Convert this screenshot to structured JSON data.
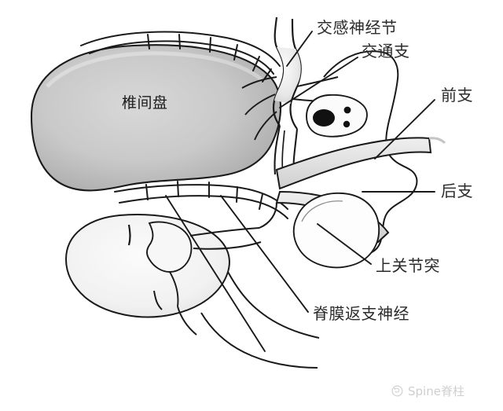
{
  "figure": {
    "type": "anatomical-illustration",
    "subject": "Lumbar intervertebral disc and spinal nerve innervation (axial cross-section)",
    "background_color": "#ffffff",
    "line_color": "#1a1a1a",
    "disc_fill_color": "#c6c6c6",
    "dura_fill_color": "#f2f2f2",
    "nerve_fill_color": "#e4e4e4",
    "label_color": "#2b2b2b"
  },
  "labels": {
    "disc": "椎间盘",
    "sympathetic_ganglion": "交感神经节",
    "communicating_branch": "交通支",
    "anterior_ramus": "前支",
    "posterior_ramus": "后支",
    "superior_articular_process": "上关节突",
    "recurrent_meningeal_nerve": "脊膜返支神经"
  },
  "watermark": {
    "text": "Spine脊柱",
    "icon": "spine-logo-icon"
  },
  "structures": [
    {
      "name": "intervertebral-disc",
      "label": "椎间盘"
    },
    {
      "name": "sympathetic-ganglion",
      "label": "交感神经节"
    },
    {
      "name": "communicating-branch",
      "label": "交通支"
    },
    {
      "name": "dorsal-root-ganglion",
      "label": ""
    },
    {
      "name": "anterior-ramus",
      "label": "前支"
    },
    {
      "name": "posterior-ramus",
      "label": "后支"
    },
    {
      "name": "superior-articular-process",
      "label": "上关节突"
    },
    {
      "name": "recurrent-meningeal-nerve",
      "label": "脊膜返支神经"
    },
    {
      "name": "dural-sac-spinal-cord",
      "label": ""
    }
  ]
}
